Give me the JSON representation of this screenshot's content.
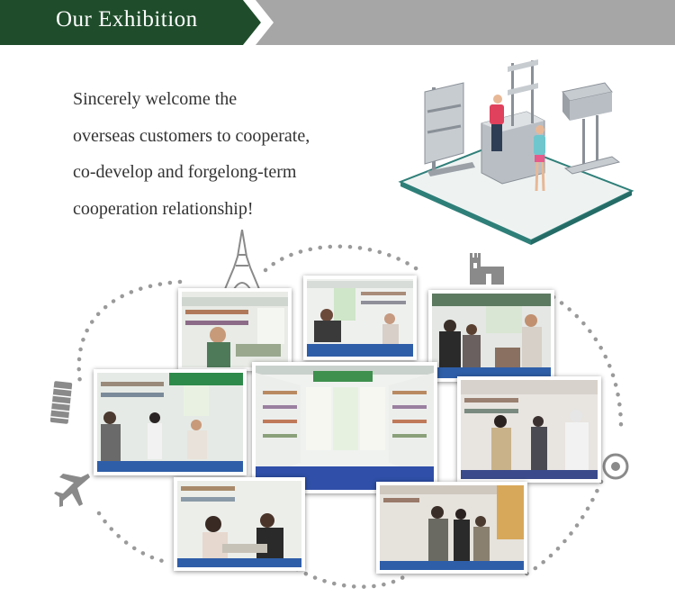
{
  "header": {
    "title": "Our Exhibition",
    "colors": {
      "green": "#1f4d2b",
      "gray": "#a6a6a6"
    }
  },
  "intro": {
    "lines": [
      "Sincerely welcome the",
      "overseas customers to cooperate,",
      "co-develop and forgelong-term",
      "cooperation relationship!"
    ]
  },
  "icons": [
    "eiffel-tower-icon",
    "castle-icon",
    "leaning-tower-icon",
    "airplane-icon",
    "target-icon",
    "booth-illustration"
  ],
  "photos": [
    "exhibition-photo"
  ]
}
